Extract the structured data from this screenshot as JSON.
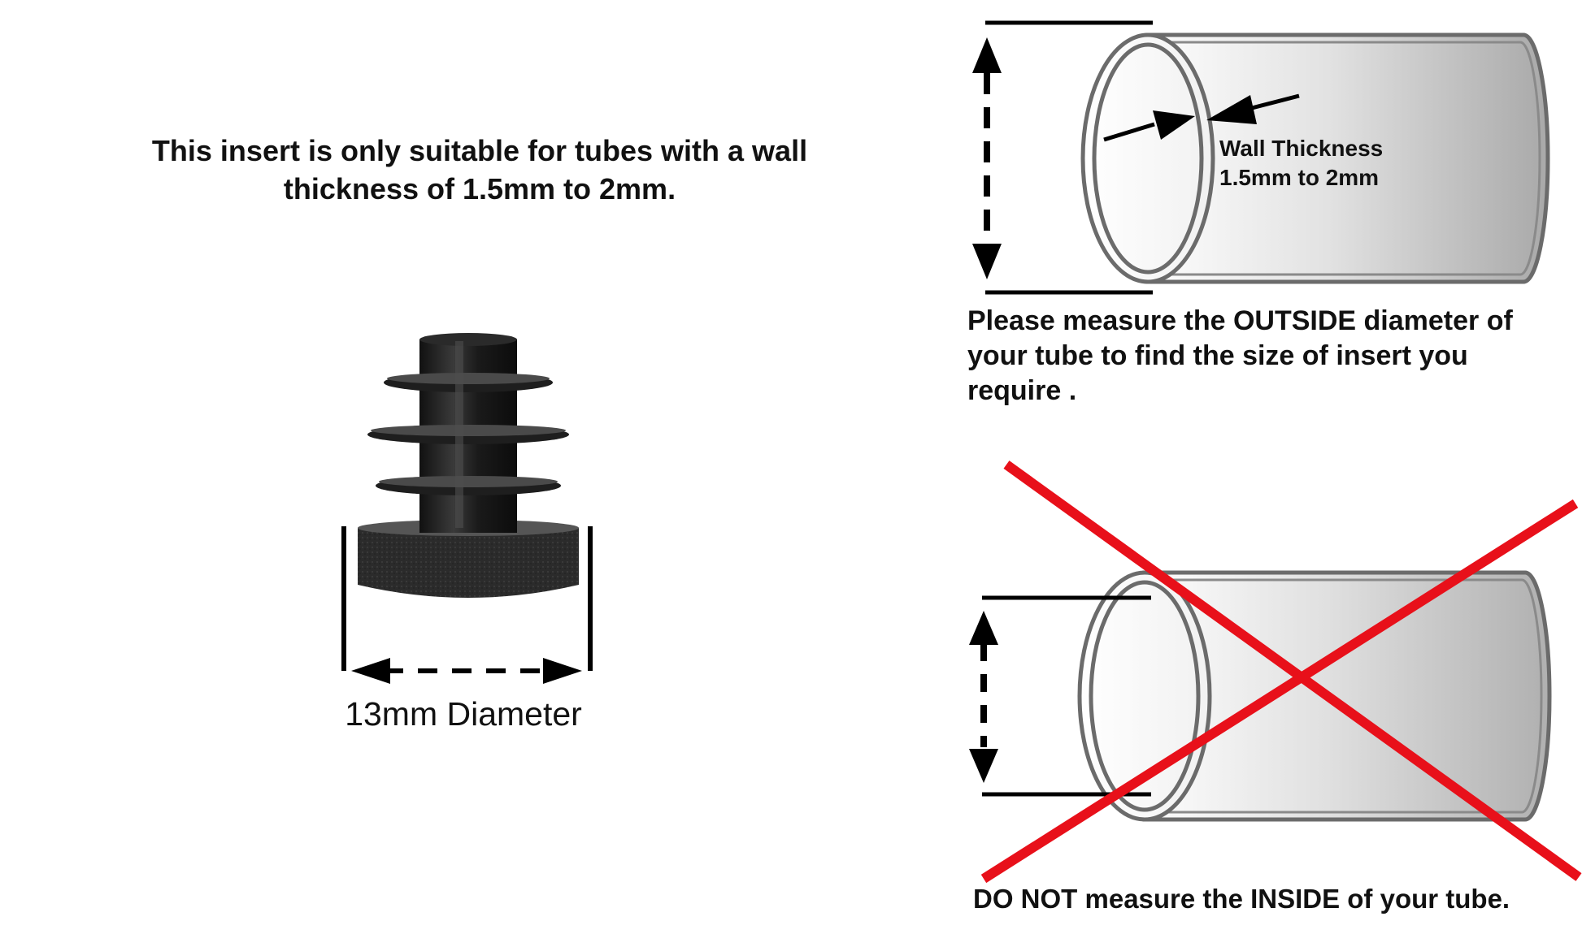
{
  "insert_note": {
    "line1": "This insert is only suitable for tubes with a wall",
    "line2": "thickness of 1.5mm to 2mm."
  },
  "insert_diameter_label": "13mm Diameter",
  "wall_thickness_label": {
    "line1": "Wall Thickness",
    "line2": "1.5mm to 2mm"
  },
  "outside_measure_note": {
    "line1": "Please measure the OUTSIDE diameter of",
    "line2": "your tube to find the size of insert you",
    "line3": "require ."
  },
  "inside_warning_note": "DO NOT measure the INSIDE of your tube.",
  "colors": {
    "cross": "#e8101a",
    "insert": "#1c1c1c",
    "tube_outline": "#6b6b6b"
  },
  "icons": [
    "tube-end-cap-insert",
    "tube-outside-diagram",
    "tube-inside-diagram-crossed"
  ]
}
